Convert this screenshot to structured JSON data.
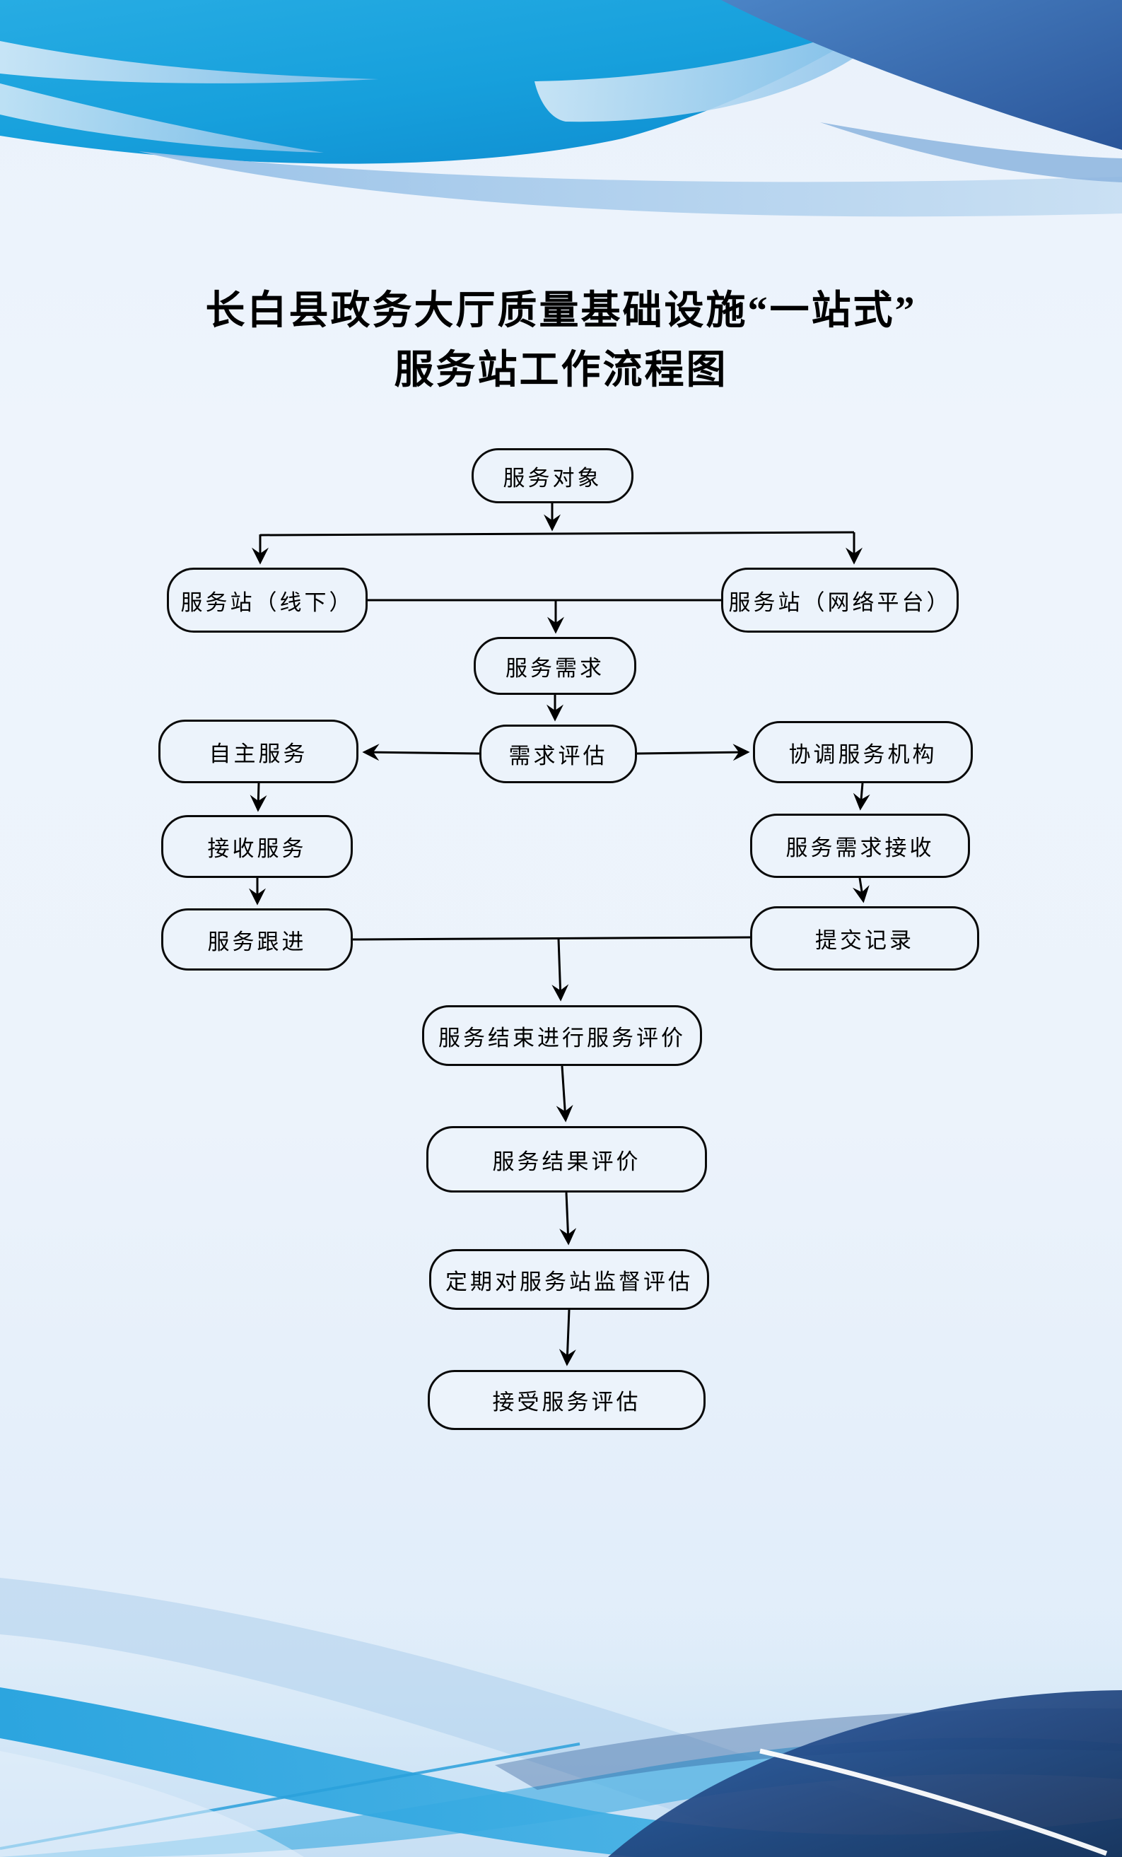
{
  "title": {
    "line1": "长白县政务大厅质量基础设施“一站式”",
    "line2": "服务站工作流程图"
  },
  "nodes": [
    {
      "id": "service-object",
      "label": "服务对象"
    },
    {
      "id": "station-offline",
      "label": "服务站（线下）"
    },
    {
      "id": "station-online",
      "label": "服务站（网络平台）"
    },
    {
      "id": "service-demand",
      "label": "服务需求"
    },
    {
      "id": "demand-assessment",
      "label": "需求评估"
    },
    {
      "id": "self-service",
      "label": "自主服务"
    },
    {
      "id": "coordinate-agency",
      "label": "协调服务机构"
    },
    {
      "id": "receive-service",
      "label": "接收服务"
    },
    {
      "id": "demand-reception",
      "label": "服务需求接收"
    },
    {
      "id": "service-followup",
      "label": "服务跟进"
    },
    {
      "id": "submit-record",
      "label": "提交记录"
    },
    {
      "id": "end-evaluation",
      "label": "服务结束进行服务评价"
    },
    {
      "id": "result-evaluation",
      "label": "服务结果评价"
    },
    {
      "id": "periodic-supervision",
      "label": "定期对服务站监督评估"
    },
    {
      "id": "accept-evaluation",
      "label": "接受服务评估"
    }
  ],
  "colors": {
    "background": "#edf3fb",
    "node_fill": "#ecf3fb",
    "node_border": "#0a0a0a",
    "text": "#000000",
    "wave_cyan": "#1ba5e0",
    "wave_mid_blue": "#3a74b8",
    "wave_dark_navy": "#1c3f78",
    "wave_light_band": "#a9cdec"
  }
}
